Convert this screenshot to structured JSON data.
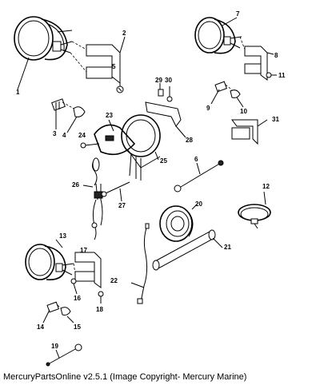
{
  "labels": {
    "p1": "1",
    "p2": "2",
    "p3": "3",
    "p4": "4",
    "p5": "5",
    "p6": "6",
    "p7": "7",
    "p8": "8",
    "p9": "9",
    "p10": "10",
    "p11": "11",
    "p12": "12",
    "p13": "13",
    "p14": "14",
    "p15": "15",
    "p16": "16",
    "p17": "17",
    "p18": "18",
    "p19": "19",
    "p20": "20",
    "p21": "21",
    "p22": "22",
    "p23": "23",
    "p24": "24",
    "p25": "25",
    "p26": "26",
    "p27": "27",
    "p28": "28",
    "p29": "29",
    "p30": "30",
    "p31": "31"
  },
  "footer": "MercuryPartsOnline v2.5.1 (Image Copyright- Mercury Marine)"
}
